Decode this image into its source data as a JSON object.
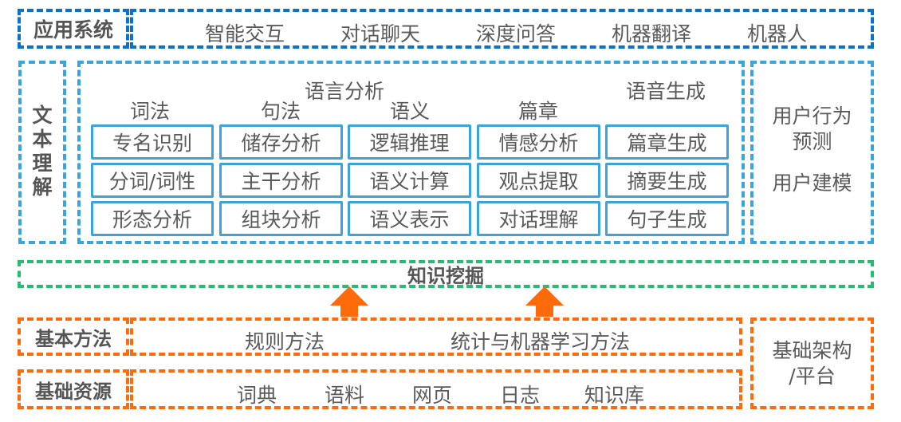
{
  "application_layer": {
    "title": "应用系统",
    "items": [
      "智能交互",
      "对话聊天",
      "深度问答",
      "机器翻译",
      "机器人"
    ]
  },
  "text_understanding": {
    "title_chars": [
      "文",
      "本",
      "理",
      "解"
    ],
    "language_analysis_label": "语言分析",
    "speech_generation_label": "语音生成",
    "columns": [
      {
        "header": "词法",
        "cells": [
          "专名识别",
          "分词/词性",
          "形态分析"
        ]
      },
      {
        "header": "句法",
        "cells": [
          "储存分析",
          "主干分析",
          "组块分析"
        ]
      },
      {
        "header": "语义",
        "cells": [
          "逻辑推理",
          "语义计算",
          "语义表示"
        ]
      },
      {
        "header": "篇章",
        "cells": [
          "情感分析",
          "观点提取",
          "对话理解"
        ]
      },
      {
        "header": "",
        "cells": [
          "篇章生成",
          "摘要生成",
          "句子生成"
        ]
      }
    ],
    "user_panel": {
      "behavior_line1": "用户行为",
      "behavior_line2": "预测",
      "modeling": "用户建模"
    }
  },
  "knowledge_mining": {
    "label": "知识挖掘"
  },
  "basic_methods": {
    "title": "基本方法",
    "items": [
      "规则方法",
      "统计与机器学习方法"
    ]
  },
  "basic_resources": {
    "title": "基础资源",
    "items": [
      "词典",
      "语料",
      "网页",
      "日志",
      "知识库"
    ]
  },
  "infrastructure": {
    "line1": "基础架构",
    "line2": "/平台"
  },
  "colors": {
    "application_border": "#0a72c9",
    "understanding_border": "#3aa4dd",
    "mining_border": "#24bd72",
    "foundation_border": "#ff6a0a",
    "arrow": "#ff6a0a"
  }
}
